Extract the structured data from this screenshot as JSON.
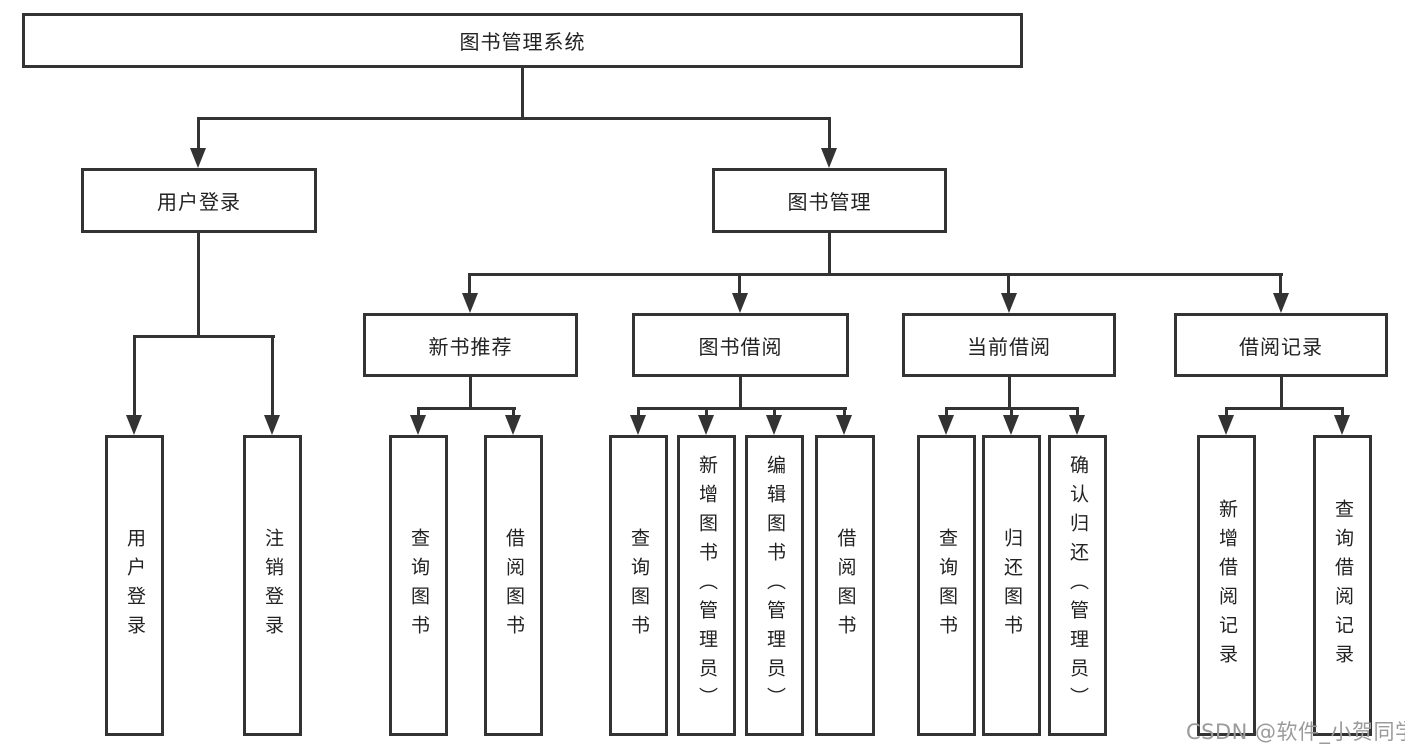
{
  "diagram": {
    "root_label": "图书管理系统",
    "branches": {
      "user_login": {
        "label": "用户登录",
        "children": [
          "用户登录",
          "注销登录"
        ]
      },
      "book_mgmt": {
        "label": "图书管理"
      },
      "new_book": {
        "label": "新书推荐",
        "children": [
          "查询图书",
          "借阅图书"
        ]
      },
      "book_borrow": {
        "label": "图书借阅",
        "children": [
          "查询图书",
          "新增图书（管理员）",
          "编辑图书（管理员）",
          "借阅图书"
        ]
      },
      "current_borrow": {
        "label": "当前借阅",
        "children": [
          "查询图书",
          "归还图书",
          "确认归还（管理员）"
        ]
      },
      "borrow_records": {
        "label": "借阅记录",
        "children": [
          "新增借阅记录",
          "查询借阅记录"
        ]
      }
    }
  },
  "watermark": "CSDN @软件_小贺同学",
  "colors": {
    "line": "#333333",
    "text": "#222222",
    "watermark": "#9b9b9b",
    "background": "#ffffff"
  }
}
